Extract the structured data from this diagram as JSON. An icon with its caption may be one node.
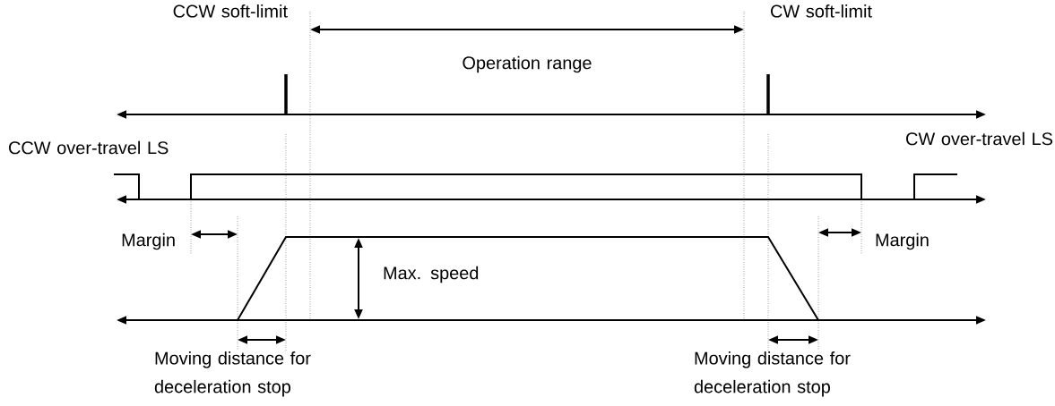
{
  "diagram": {
    "labels": [
      "CCW soft-limit",
      "CW soft-limit",
      "Operation range",
      "CCW over-travel LS",
      "CW over-travel LS",
      "Margin",
      "Margin",
      "Max. speed",
      "Moving distance for deceleration stop",
      "Moving distance for deceleration stop"
    ]
  }
}
